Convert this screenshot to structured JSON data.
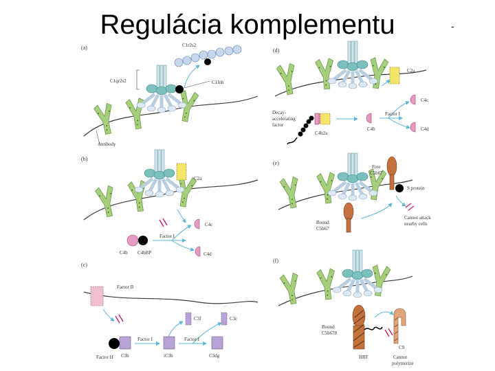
{
  "title": "Regulácia komplementu",
  "corner_mark": "-",
  "colors": {
    "antibody": "#a6cf7c",
    "c1q": "#7cc0bd",
    "membrane": "#3a3a3a",
    "c2a": "#f3e46a",
    "c4c": "#e79ac4",
    "factor_b": "#f1bfd3",
    "c3": "#b9a2d6",
    "c5b67": "#c4713e",
    "arrow": "#5ab7d9",
    "black": "#000000"
  },
  "panels": {
    "a": {
      "tag": "(a)",
      "c1r2s2": "C1r2s2",
      "c1qr2s2": "C1qr2s2",
      "c1inh": "C1Inh",
      "antibody": "Antibody"
    },
    "b": {
      "tag": "(b)",
      "c2a": "C2a",
      "c4c": "C4c",
      "factor_i": "Factor I",
      "c4b": "C4b",
      "c4bbp": "C4bBP",
      "c4d": "C4d"
    },
    "c": {
      "tag": "(c)",
      "factor_b": "Factor B",
      "c3f": "C3f",
      "c3c": "C3c",
      "factor_i_1": "Factor I",
      "factor_i_2": "Factor I",
      "factor_h": "Factor H",
      "c3b": "C3b",
      "ic3b": "iC3b",
      "c3dg": "C3dg"
    },
    "d": {
      "tag": "(d)",
      "c2a": "C2a",
      "daf_1": "Decay-",
      "daf_2": "accelerating",
      "daf_3": "factor",
      "c4b2a": "C4b2a",
      "factor_i": "Factor I",
      "c4c": "C4c",
      "c4b": "C4b",
      "c4d": "C4d"
    },
    "e": {
      "tag": "(e)",
      "free_1": "Free",
      "free_2": "C5b67",
      "s_protein": "S protein",
      "bound_1": "Bound",
      "bound_2": "C5b67",
      "cannot_1": "Cannot attack",
      "cannot_2": "nearby cells"
    },
    "f": {
      "tag": "(f)",
      "bound_1": "Bound",
      "bound_2": "C5b678",
      "hrf": "HRF",
      "c9": "C9",
      "cannot_1": "Cannot",
      "cannot_2": "polymerize"
    }
  }
}
